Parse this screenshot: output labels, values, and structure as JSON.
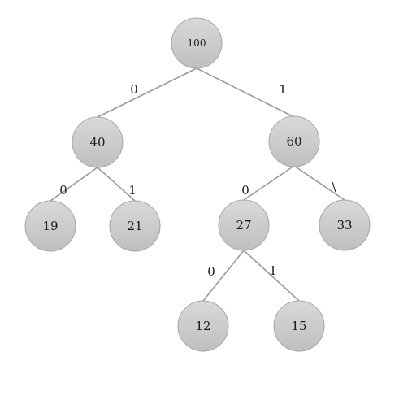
{
  "diagram": {
    "nodes": [
      {
        "id": "n100",
        "label": "100"
      },
      {
        "id": "n40",
        "label": "40"
      },
      {
        "id": "n60",
        "label": "60"
      },
      {
        "id": "n19",
        "label": "19"
      },
      {
        "id": "n21",
        "label": "21"
      },
      {
        "id": "n27",
        "label": "27"
      },
      {
        "id": "n33",
        "label": "33"
      },
      {
        "id": "n12",
        "label": "12"
      },
      {
        "id": "n15",
        "label": "15"
      }
    ],
    "edges": [
      {
        "from": "n100",
        "to": "n40",
        "label": "0"
      },
      {
        "from": "n100",
        "to": "n60",
        "label": "1"
      },
      {
        "from": "n40",
        "to": "n19",
        "label": "0"
      },
      {
        "from": "n40",
        "to": "n21",
        "label": "1"
      },
      {
        "from": "n60",
        "to": "n27",
        "label": "0"
      },
      {
        "from": "n60",
        "to": "n33",
        "label": "\\"
      },
      {
        "from": "n27",
        "to": "n12",
        "label": "0"
      },
      {
        "from": "n27",
        "to": "n15",
        "label": "1"
      }
    ],
    "colors": {
      "node_fill_top": "#d9d9d9",
      "node_fill_bottom": "#bfbfbf",
      "node_stroke": "#a6a6a6",
      "edge_stroke": "#9a9a9a",
      "text": "#1a1a1a"
    }
  }
}
